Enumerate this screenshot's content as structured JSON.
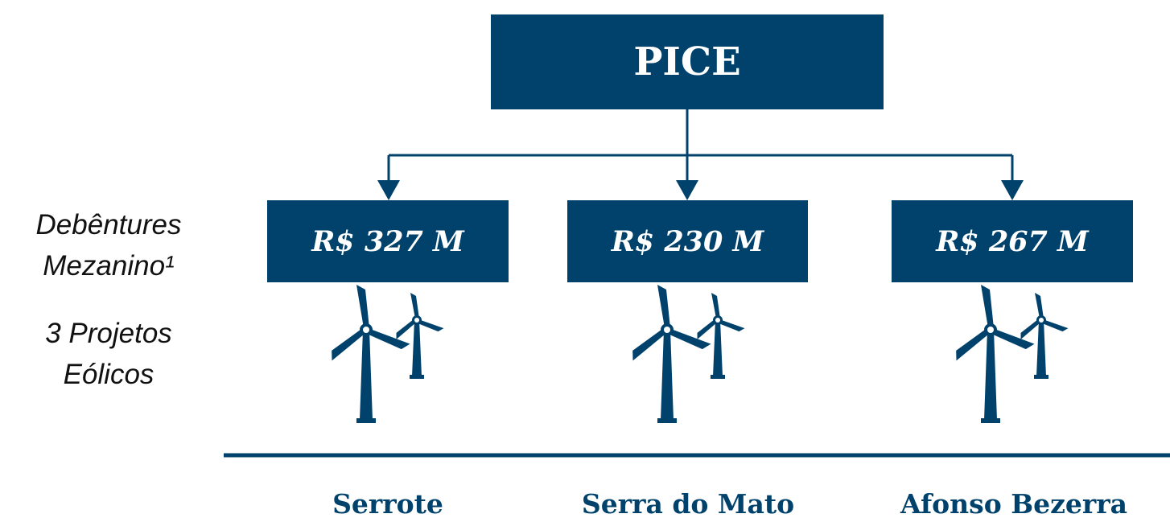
{
  "diagram": {
    "top_node": {
      "label": "PICE"
    },
    "side_labels": {
      "line1": "Debêntures",
      "line2": "Mezanino¹",
      "line3": "3 Projetos",
      "line4": "Eólicos"
    },
    "projects": [
      {
        "value": "R$ 327 M",
        "name": "Serrote"
      },
      {
        "value": "R$ 230 M",
        "name": "Serra do Mato"
      },
      {
        "value": "R$ 267 M",
        "name": "Afonso Bezerra"
      }
    ],
    "colors": {
      "primary": "#00426b",
      "box_text": "#ffffff",
      "side_text": "#111111"
    },
    "icons": [
      "wind-turbine-icon",
      "wind-turbine-icon",
      "wind-turbine-icon"
    ]
  }
}
